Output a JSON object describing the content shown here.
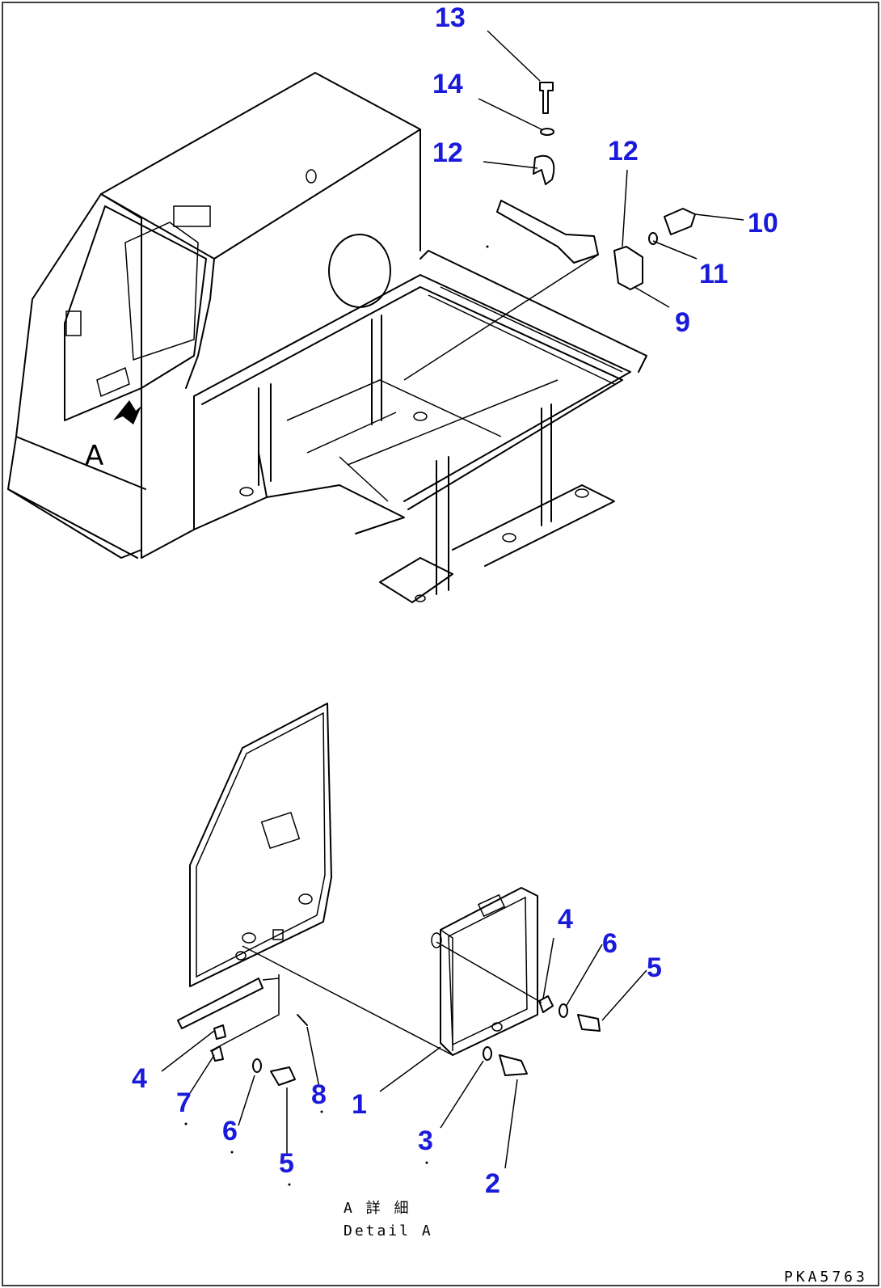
{
  "callouts": {
    "c13": "13",
    "c14": "14",
    "c12a": "12",
    "c12b": "12",
    "c10": "10",
    "c11": "11",
    "c9": "9",
    "c4a": "4",
    "c6a": "6",
    "c5a": "5",
    "c4b": "4",
    "c7": "7",
    "c6b": "6",
    "c5b": "5",
    "c8": "8",
    "c1": "1",
    "c3": "3",
    "c2": "2"
  },
  "view_marker": "A",
  "caption": {
    "line1": "A 詳 細",
    "line2": "Detail A"
  },
  "drawing_code": "PKA5763",
  "colors": {
    "callout": "#1a1adb",
    "line": "#000000",
    "background": "#ffffff"
  }
}
